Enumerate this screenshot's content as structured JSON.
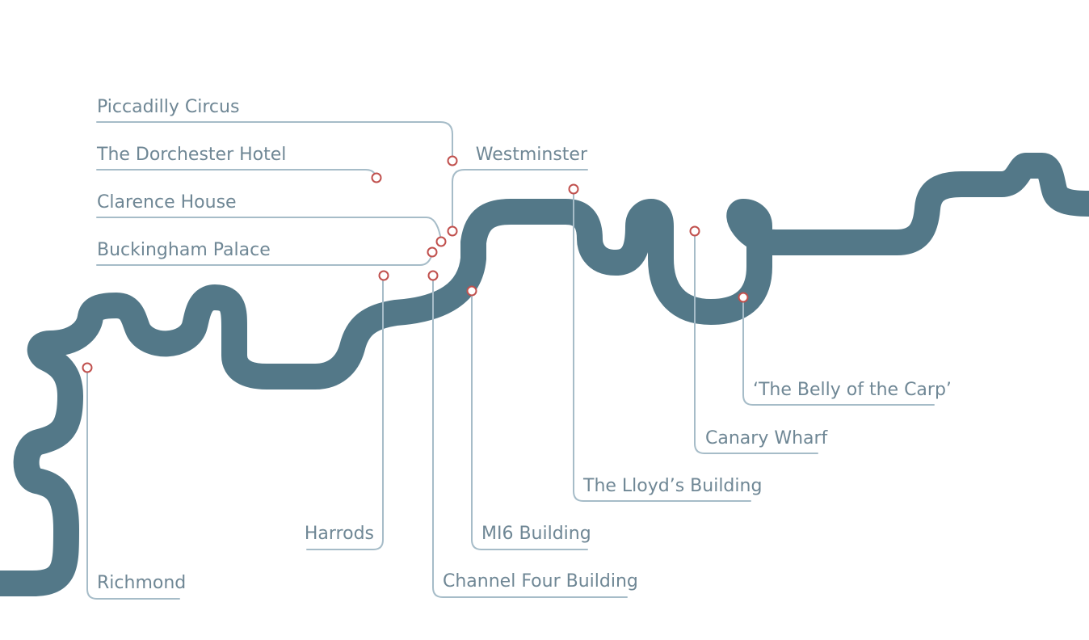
{
  "colors": {
    "river": "#537888",
    "leader": "#a6bcc8",
    "label_text": "#6f8795",
    "marker": "#c0504d"
  },
  "landmarks": [
    {
      "id": "piccadilly-circus",
      "label": "Piccadilly Circus"
    },
    {
      "id": "the-dorchester-hotel",
      "label": "The Dorchester Hotel"
    },
    {
      "id": "clarence-house",
      "label": "Clarence House"
    },
    {
      "id": "buckingham-palace",
      "label": "Buckingham Palace"
    },
    {
      "id": "westminster",
      "label": "Westminster"
    },
    {
      "id": "belly-of-the-carp",
      "label": "‘The Belly of the Carp’"
    },
    {
      "id": "canary-wharf",
      "label": "Canary Wharf"
    },
    {
      "id": "the-lloyds-building",
      "label": "The Lloyd’s Building"
    },
    {
      "id": "mi6-building",
      "label": "MI6 Building"
    },
    {
      "id": "harrods",
      "label": "Harrods"
    },
    {
      "id": "channel-four-building",
      "label": "Channel Four Building"
    },
    {
      "id": "richmond",
      "label": "Richmond"
    }
  ]
}
